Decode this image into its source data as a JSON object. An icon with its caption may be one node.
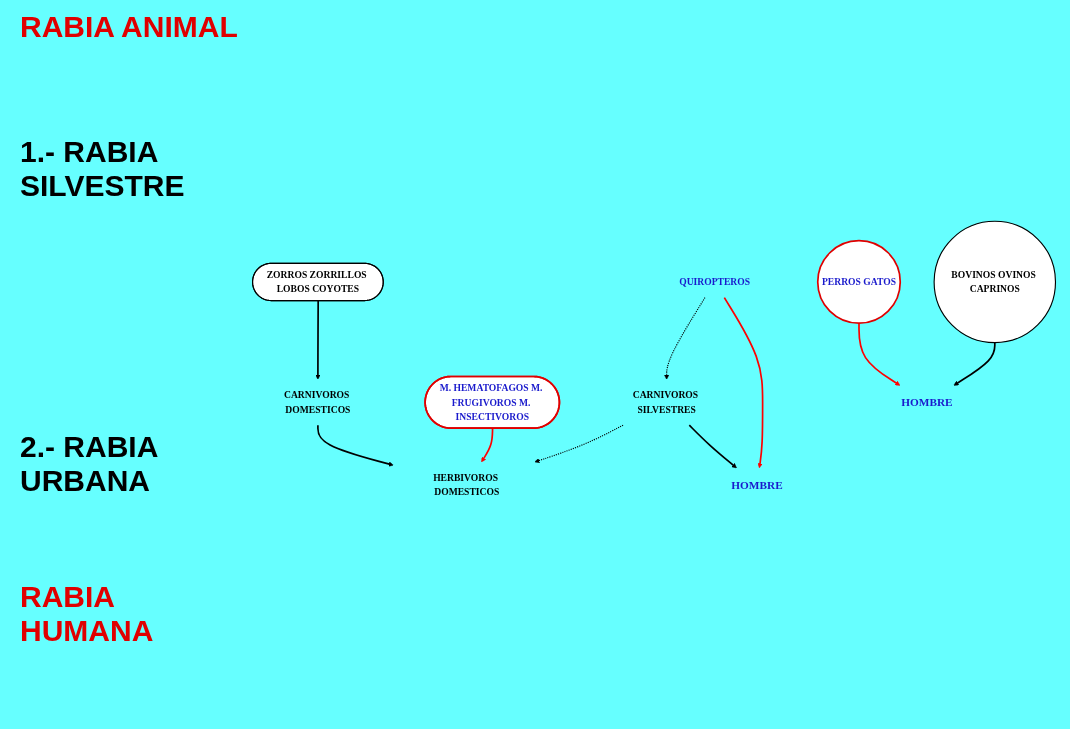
{
  "diagram": {
    "nodes": [
      {
        "text": [
          "CARNIVOROS SILVESTRES"
        ]
      },
      {
        "text": [
          "QUIROPTEROS"
        ]
      },
      {
        "text": [
          "ZORROS ZORRILLOS LOBOS COYOTES"
        ]
      },
      {
        "text": [
          "M. HEMATOFAGOS M. FRUGIVOROS M. INSECTIVOROS"
        ]
      },
      {
        "text": [
          "CARNIVOROS DOMESTICOS"
        ]
      },
      {
        "text": [
          "HERBIVOROS DOMESTICOS"
        ]
      },
      {
        "text": [
          "PERROS GATOS"
        ]
      },
      {
        "text": [
          "BOVINOS OVINOS CAPRINOS"
        ]
      },
      {
        "text": [
          "HOMBRE"
        ]
      },
      {
        "text": [
          "HOMBRE"
        ]
      }
    ],
    "edges": [
      {
        "from": 1,
        "to": 0,
        "arrow": "to",
        "style": "dashed"
      },
      {
        "from": 0,
        "to": 5,
        "arrow": "to",
        "style": "dashed"
      },
      {
        "from": 2,
        "to": 4,
        "arrow": "to"
      },
      {
        "from": 3,
        "to": 5,
        "arrow": "to",
        "color": "#ff0000"
      },
      {
        "from": 4,
        "to": 5,
        "arrow": "to"
      },
      {
        "from": 6,
        "to": 8,
        "arrow": "to",
        "color": "#ff0000"
      },
      {
        "from": 7,
        "to": 8,
        "arrow": "to"
      },
      {
        "from": 0,
        "to": 9,
        "arrow": "to"
      },
      {
        "from": 1,
        "to": 9,
        "arrow": "to",
        "color": "#ff0000"
      }
    ],
    "labels": [
      "RABIA ANIMAL",
      "1.- RABIA SILVESTRE",
      "2.- RABIA URBANA",
      "RABIA HUMANA"
    ]
  }
}
